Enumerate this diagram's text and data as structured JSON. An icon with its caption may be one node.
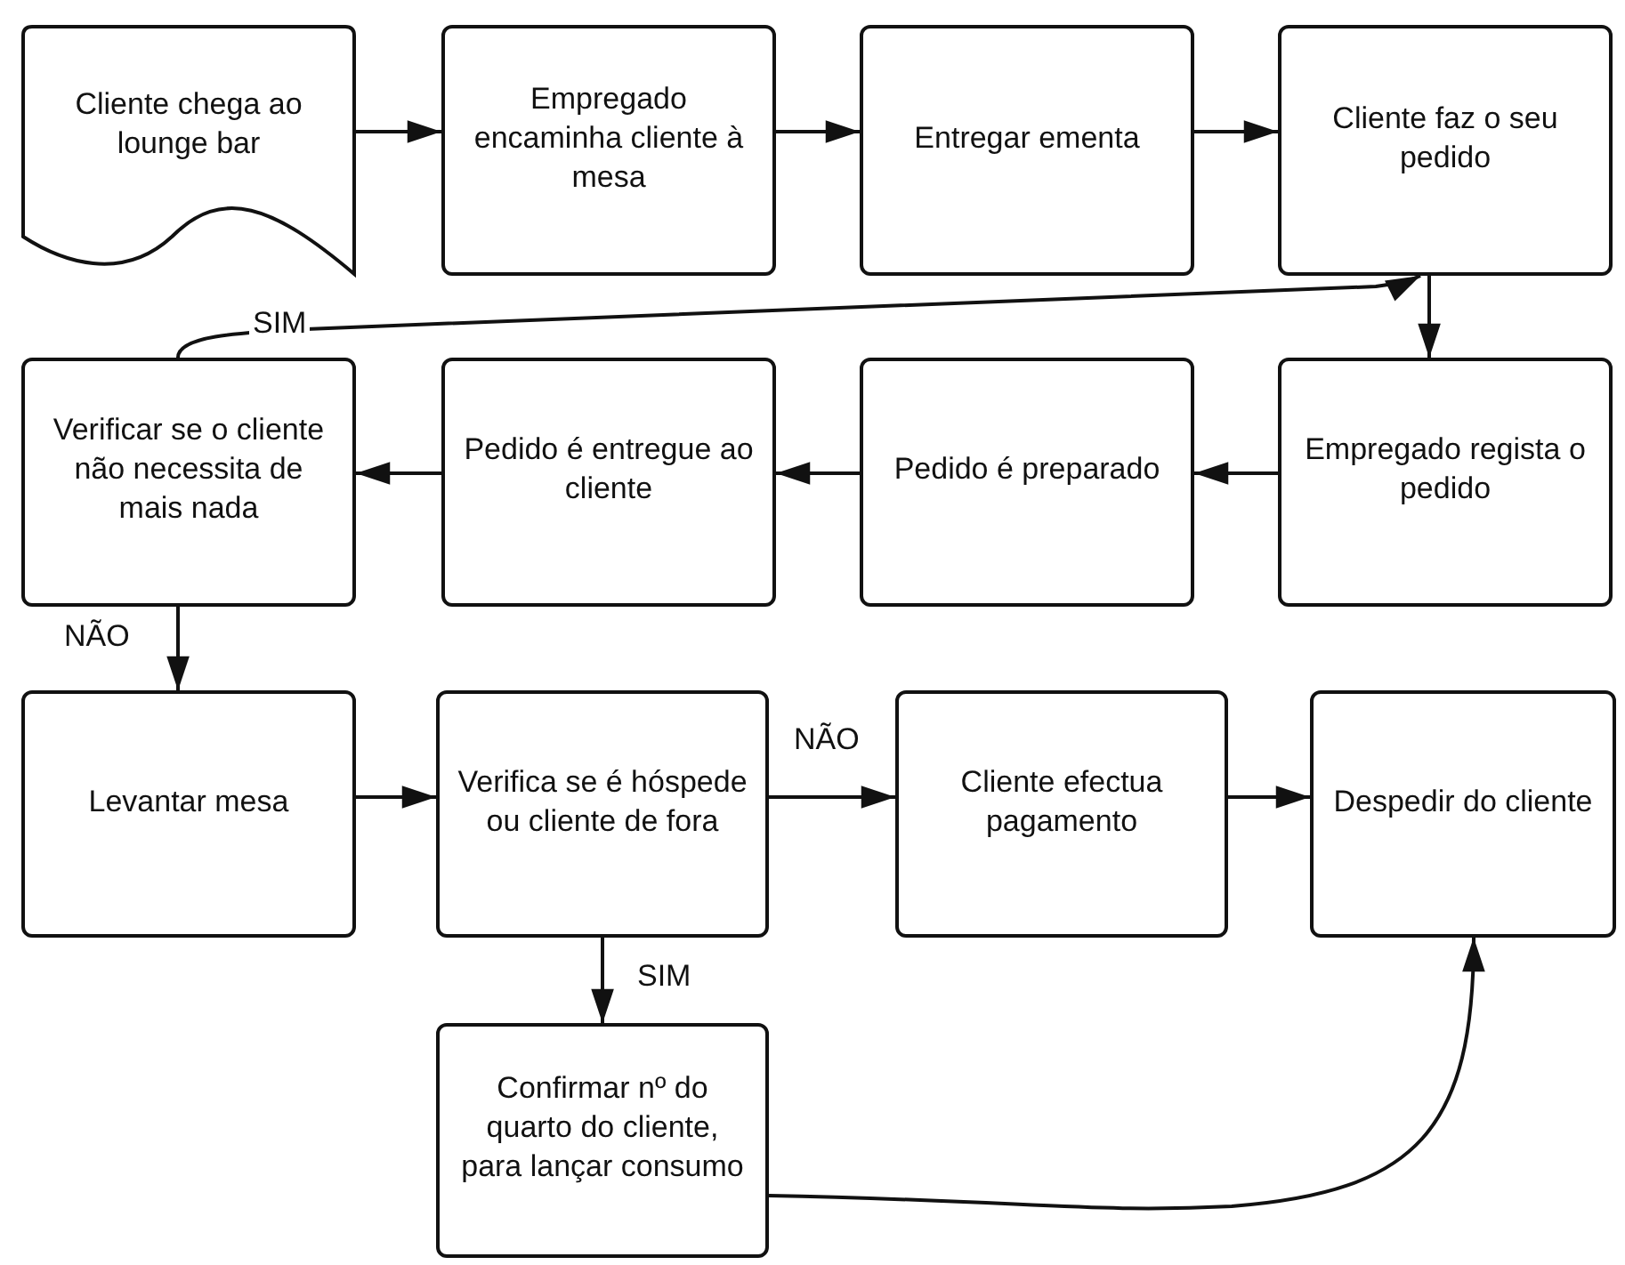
{
  "diagram": {
    "nodes": [
      {
        "text": [
          "Cliente chega ao lounge bar"
        ]
      },
      {
        "text": [
          "Empregado encaminha cliente à mesa"
        ]
      },
      {
        "text": [
          "Entregar ementa"
        ]
      },
      {
        "text": [
          "Cliente faz o seu pedido"
        ]
      },
      {
        "text": [
          "Verificar se o cliente não necessita de mais nada"
        ]
      },
      {
        "text": [
          "Pedido é entregue ao cliente"
        ]
      },
      {
        "text": [
          "Pedido é preparado"
        ]
      },
      {
        "text": [
          "Empregado regista o pedido"
        ]
      },
      {
        "text": [
          "Levantar mesa"
        ]
      },
      {
        "text": [
          "Verifica se é hóspede ou cliente de fora"
        ]
      },
      {
        "text": [
          "Cliente efectua pagamento"
        ]
      },
      {
        "text": [
          "Despedir do cliente"
        ]
      },
      {
        "text": [
          "Confirmar nº do quarto do cliente, para lançar consumo"
        ]
      }
    ],
    "edges": [
      {
        "from": 0,
        "to": 1,
        "arrow": "to"
      },
      {
        "from": 1,
        "to": 2,
        "arrow": "to"
      },
      {
        "from": 2,
        "to": 3,
        "arrow": "to"
      },
      {
        "from": 3,
        "to": 7,
        "arrow": "to"
      },
      {
        "from": 7,
        "to": 6,
        "arrow": "to"
      },
      {
        "from": 6,
        "to": 5,
        "arrow": "to"
      },
      {
        "from": 5,
        "to": 4,
        "arrow": "to"
      },
      {
        "from": 4,
        "to": 3,
        "arrow": "to",
        "label": "SIM"
      },
      {
        "from": 4,
        "to": 8,
        "arrow": "to",
        "label": "NÃO"
      },
      {
        "from": 8,
        "to": 9,
        "arrow": "to"
      },
      {
        "from": 9,
        "to": 10,
        "arrow": "to",
        "label": "NÃO"
      },
      {
        "from": 10,
        "to": 11,
        "arrow": "to"
      },
      {
        "from": 9,
        "to": 12,
        "arrow": "to",
        "label": "SIM"
      },
      {
        "from": 12,
        "to": 11,
        "arrow": "to"
      }
    ]
  }
}
